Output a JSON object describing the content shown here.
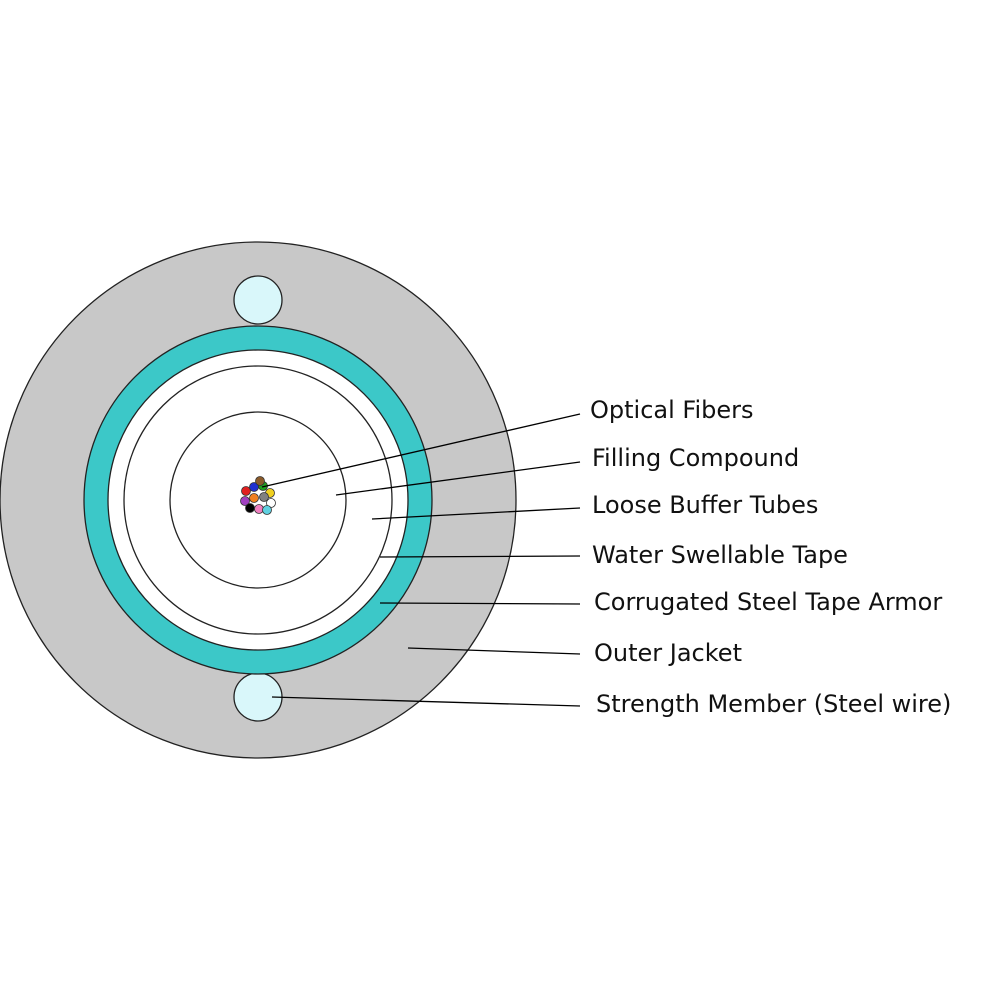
{
  "colors": {
    "outer_jacket": "#c8c8c8",
    "armor": "#3cc8c8",
    "strength_member": "#d9f7fa",
    "interior": "#ffffff",
    "outline": "#222222"
  },
  "fibers": [
    {
      "color": "#e02020"
    },
    {
      "color": "#2030d0"
    },
    {
      "color": "#20a020"
    },
    {
      "color": "#f0d020"
    },
    {
      "color": "#a040c0"
    },
    {
      "color": "#f08020"
    },
    {
      "color": "#808080"
    },
    {
      "color": "#ffffff"
    },
    {
      "color": "#000000"
    },
    {
      "color": "#f080c0"
    },
    {
      "color": "#60d0e0"
    },
    {
      "color": "#8a5a2a"
    }
  ],
  "labels": [
    {
      "id": "optical-fibers",
      "text": "Optical Fibers"
    },
    {
      "id": "filling-compound",
      "text": "Filling Compound"
    },
    {
      "id": "loose-buffer-tubes",
      "text": "Loose Buffer Tubes"
    },
    {
      "id": "water-swellable-tape",
      "text": "Water Swellable Tape"
    },
    {
      "id": "corrugated-steel-tape-armor",
      "text": "Corrugated Steel Tape Armor"
    },
    {
      "id": "outer-jacket",
      "text": "Outer Jacket"
    },
    {
      "id": "strength-member",
      "text": "Strength Member (Steel wire)"
    }
  ]
}
